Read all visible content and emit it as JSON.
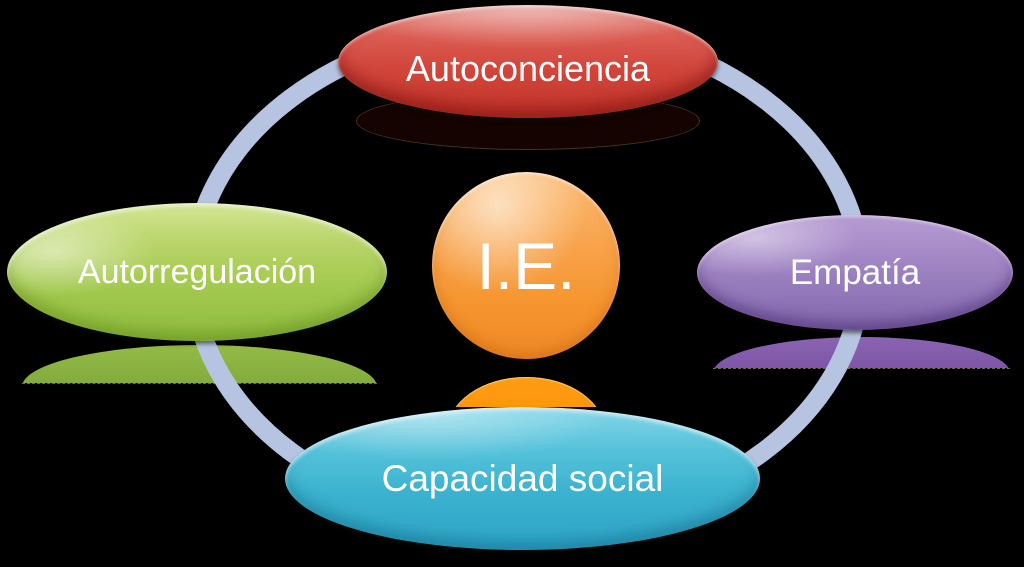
{
  "diagram": {
    "description_colors": {
      "background": "#000000",
      "ring": "#b6c4e2",
      "top_node": "#d2463c",
      "left_node": "#a3c94e",
      "right_node": "#9177b8",
      "bottom_node": "#3bb2cf",
      "center_node": "#f5952f",
      "label_text": "#ffffff"
    },
    "ring": {
      "color": "#b6c4e2"
    },
    "center_node": {
      "label": "I.E."
    },
    "nodes": [
      {
        "position": "top",
        "label": "Autoconciencia"
      },
      {
        "position": "left",
        "label": "Autorregulación"
      },
      {
        "position": "right",
        "label": "Empatía"
      },
      {
        "position": "bottom",
        "label": "Capacidad social"
      }
    ]
  }
}
